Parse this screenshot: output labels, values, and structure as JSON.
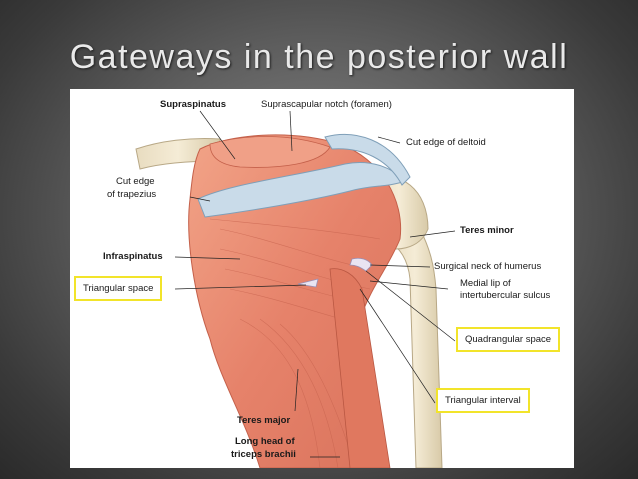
{
  "slide": {
    "title": "Gateways in the posterior wall"
  },
  "labels": {
    "supraspinatus": "Supraspinatus",
    "suprascapular_notch": "Suprascapular notch (foramen)",
    "cut_edge_deltoid": "Cut edge of deltoid",
    "cut_edge_trapezius_1": "Cut edge",
    "cut_edge_trapezius_2": "of trapezius",
    "teres_minor": "Teres minor",
    "infraspinatus": "Infraspinatus",
    "surgical_neck": "Surgical neck of humerus",
    "triangular_space": "Triangular space",
    "medial_lip_1": "Medial lip of",
    "medial_lip_2": "intertubercular sulcus",
    "quadrangular_space": "Quadrangular space",
    "triangular_interval": "Triangular interval",
    "teres_major": "Teres major",
    "long_head_1": "Long head of",
    "long_head_2": "triceps brachii"
  },
  "colors": {
    "highlight_box": "#f2e42a",
    "muscle": "#e88a6e",
    "bone": "#efe3c8",
    "cut_edge": "#b9cfe0"
  }
}
